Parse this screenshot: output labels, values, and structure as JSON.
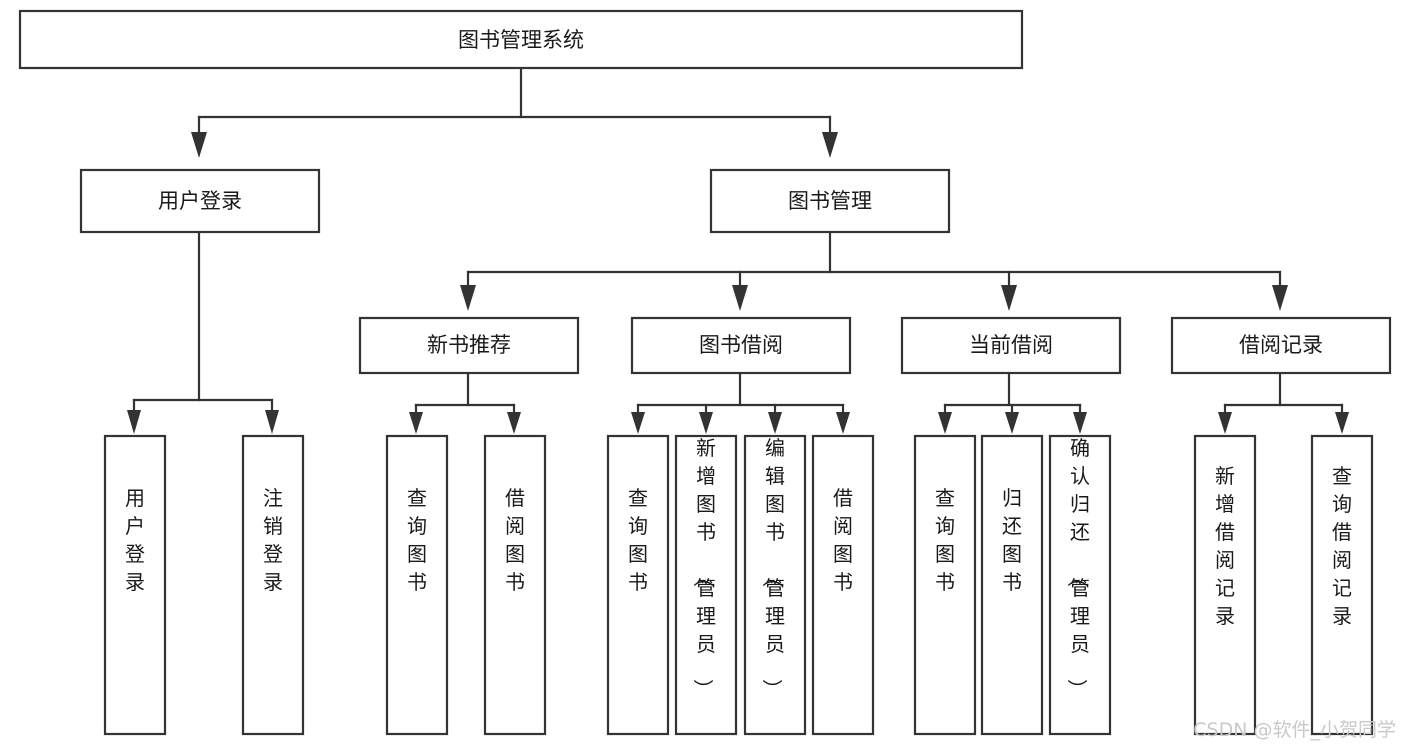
{
  "diagram": {
    "title": "图书管理系统",
    "type": "tree-hierarchy-chart",
    "orientation": "top-down",
    "colors": {
      "box_stroke": "#333333",
      "box_fill": "#ffffff",
      "text": "#1a1a1a",
      "background": "#ffffff",
      "watermark": "#c9c9c9"
    },
    "root": {
      "label": "图书管理系统"
    },
    "level2": [
      {
        "label": "用户登录"
      },
      {
        "label": "图书管理"
      }
    ],
    "level3": [
      {
        "label": "新书推荐"
      },
      {
        "label": "图书借阅"
      },
      {
        "label": "当前借阅"
      },
      {
        "label": "借阅记录"
      }
    ],
    "leaves": {
      "user_login": [
        {
          "label": "用户登录"
        },
        {
          "label": "注销登录"
        }
      ],
      "new_book_recommend": [
        {
          "label": "查询图书"
        },
        {
          "label": "借阅图书"
        }
      ],
      "book_borrow": [
        {
          "label": "查询图书"
        },
        {
          "label": "新增图书（管理员）"
        },
        {
          "label": "编辑图书（管理员）"
        },
        {
          "label": "借阅图书"
        }
      ],
      "current_borrow": [
        {
          "label": "查询图书"
        },
        {
          "label": "归还图书"
        },
        {
          "label": "确认归还（管理员）"
        }
      ],
      "borrow_records": [
        {
          "label": "新增借阅记录"
        },
        {
          "label": "查询借阅记录"
        }
      ]
    }
  },
  "watermark": {
    "text": "CSDN @软件_小贺同学"
  }
}
